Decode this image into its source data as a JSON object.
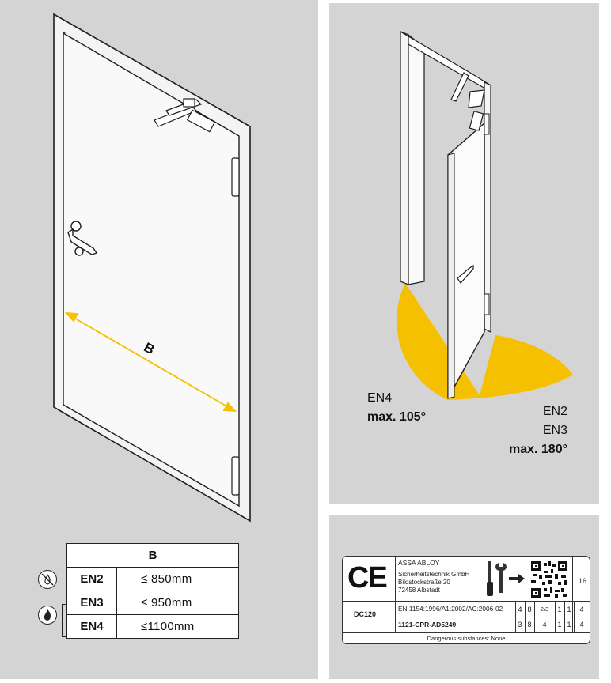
{
  "door_diagram": {
    "width_marker": "B"
  },
  "table": {
    "header": "B",
    "rows": [
      {
        "class": "EN2",
        "value": "≤  850mm"
      },
      {
        "class": "EN3",
        "value": "≤  950mm"
      },
      {
        "class": "EN4",
        "value": "≤1100mm"
      }
    ]
  },
  "opening": {
    "left_class": "EN4",
    "left_angle": "max. 105°",
    "right_class_1": "EN2",
    "right_class_2": "EN3",
    "right_angle": "max. 180°"
  },
  "ce_label": {
    "mark": "CE",
    "manufacturer": "ASSA ABLOY",
    "company": "Sicherheitstechnik GmbH",
    "street": "Bildstockstraße 20",
    "city": "72458 Albstadt",
    "top_right_number": "16",
    "model": "DC120",
    "standard": "EN 1154:1996/A1:2002/AC:2006-02",
    "certificate": "1121-CPR-AD5249",
    "row1": [
      "4",
      "8",
      "2/3",
      "1",
      "1",
      "4"
    ],
    "row2": [
      "3",
      "8",
      "4",
      "1",
      "1",
      "4"
    ],
    "footer": "Dangerous substances: None"
  },
  "colors": {
    "panel": "#d4d4d4",
    "accent": "#f5c000",
    "outline": "#1e1e1e"
  }
}
